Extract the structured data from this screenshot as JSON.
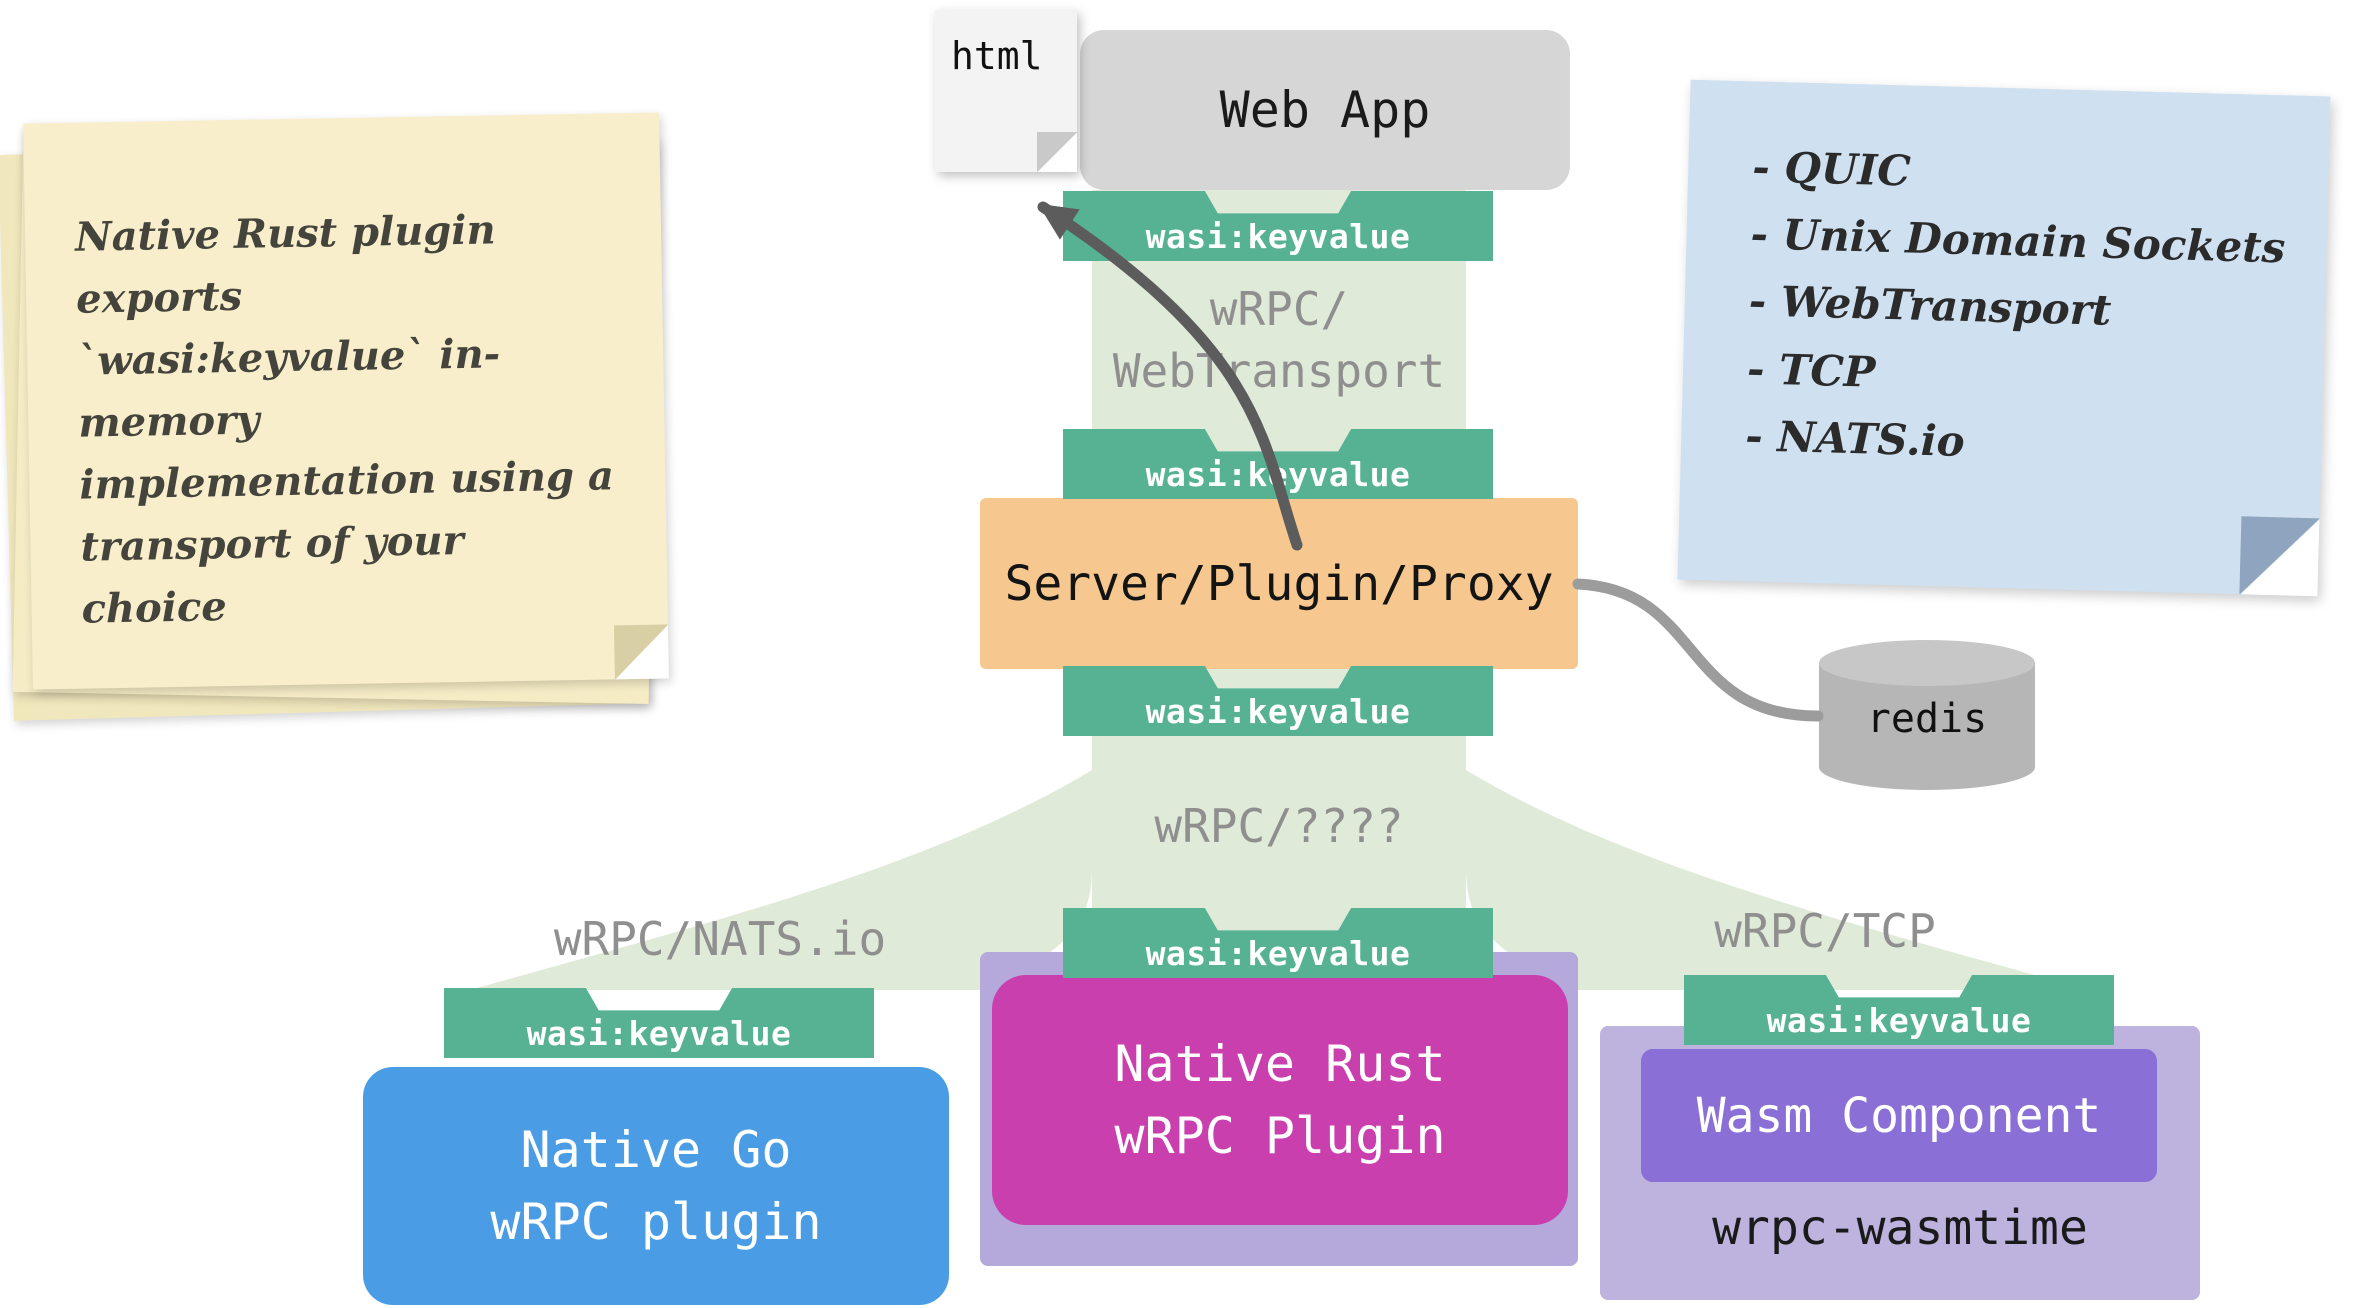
{
  "interface_label": "wasi:keyvalue",
  "notes": {
    "yellow": {
      "lines": [
        "Native Rust plugin exports",
        "`wasi:keyvalue` in-memory",
        "implementation using a",
        "transport of your choice"
      ]
    },
    "blue": {
      "items": [
        "- QUIC",
        "- Unix Domain Sockets",
        "- WebTransport",
        "- TCP",
        "- NATS.io"
      ]
    }
  },
  "top": {
    "file_icon_label": "html",
    "web_app_label": "Web App"
  },
  "center_stack": {
    "transport_web_line1": "wRPC/",
    "transport_web_line2": "WebTransport",
    "server_label": "Server/Plugin/Proxy",
    "transport_unknown_label": "wRPC/????",
    "native_rust_line1": "Native Rust",
    "native_rust_line2": "wRPC Plugin"
  },
  "left_branch": {
    "transport_label": "wRPC/NATS.io",
    "box_line1": "Native Go",
    "box_line2": "wRPC plugin"
  },
  "right_branch": {
    "transport_label": "wRPC/TCP",
    "component_label": "Wasm Component",
    "runtime_label": "wrpc-wasmtime"
  },
  "database": {
    "label": "redis"
  },
  "colors": {
    "interface_green": "#57b294",
    "band_green": "#e0ead8",
    "server_orange": "#f6c890",
    "rust_magenta": "#ca3fae",
    "go_blue": "#4a9de4",
    "wasm_purple": "#8a6fd6",
    "runtime_lavender": "#b5a9db",
    "web_app_gray": "#d6d6d6",
    "note_yellow": "#f8eecb",
    "note_blue": "#cfe0f1"
  }
}
